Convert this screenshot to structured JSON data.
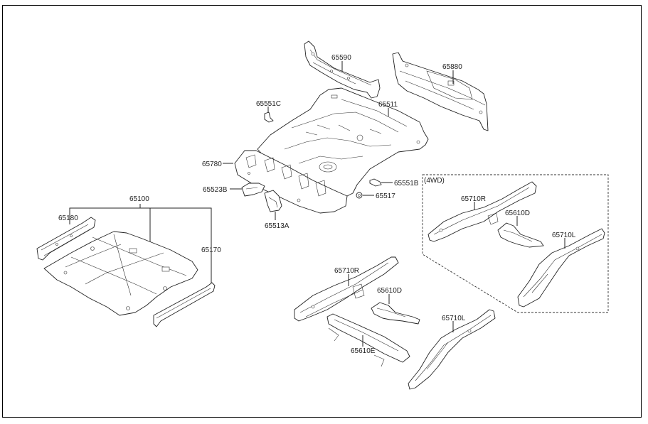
{
  "diagram": {
    "title": "Floor panel parts exploded view",
    "group_label_4wd": "(4WD)",
    "labels": {
      "p65590": "65590",
      "p65880": "65880",
      "p65551C": "65551C",
      "p65511": "65511",
      "p65780": "65780",
      "p65523B": "65523B",
      "p65513A": "65513A",
      "p65551B": "65551B",
      "p65517": "65517",
      "p65100": "65100",
      "p65180": "65180",
      "p65170": "65170",
      "p65710R": "65710R",
      "p65610D": "65610D",
      "p65610E": "65610E",
      "p65710L": "65710L",
      "p4wd_65710R": "65710R",
      "p4wd_65610D": "65610D",
      "p4wd_65710L": "65710L"
    }
  }
}
